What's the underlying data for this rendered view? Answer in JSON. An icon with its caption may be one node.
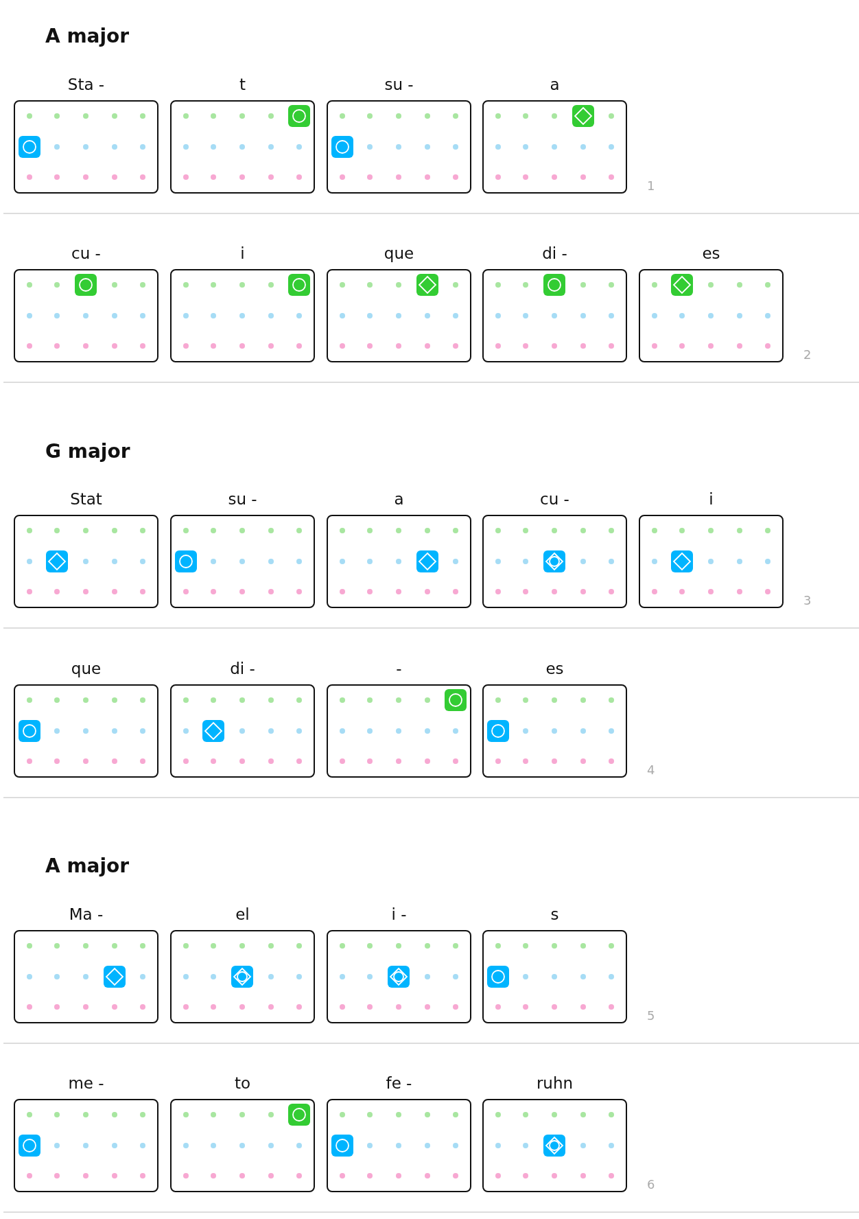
{
  "diagram": {
    "nodes": [
      {
        "text": [
          "Sta -"
        ]
      },
      {
        "text": [],
        "shape": "circle",
        "in": 0
      },
      {
        "text": [
          "t"
        ]
      },
      {
        "text": [],
        "shape": "circle",
        "in": 2
      },
      {
        "text": [
          "su -"
        ]
      },
      {
        "text": [],
        "shape": "circle",
        "in": 4
      },
      {
        "text": [
          "a"
        ]
      },
      {
        "text": [],
        "shape": "diamond",
        "in": 6
      },
      {
        "text": [
          "cu -"
        ]
      },
      {
        "text": [],
        "shape": "circle",
        "in": 8
      },
      {
        "text": [
          "i"
        ]
      },
      {
        "text": [],
        "shape": "circle",
        "in": 10
      },
      {
        "text": [
          "que"
        ]
      },
      {
        "text": [],
        "shape": "diamond",
        "in": 12
      },
      {
        "text": [
          "di -"
        ]
      },
      {
        "text": [],
        "shape": "circle",
        "in": 14
      },
      {
        "text": [
          "es"
        ]
      },
      {
        "text": [],
        "shape": "diamond",
        "in": 16
      },
      {
        "text": [
          "Stat"
        ]
      },
      {
        "text": [],
        "shape": "diamond",
        "in": 18
      },
      {
        "text": [
          "su -"
        ]
      },
      {
        "text": [],
        "shape": "circle",
        "in": 20
      },
      {
        "text": [
          "a"
        ]
      },
      {
        "text": [],
        "shape": "diamond",
        "in": 22
      },
      {
        "text": [
          "cu -"
        ]
      },
      {
        "text": [],
        "shape": "diamond",
        "in": 24
      },
      {
        "text": [
          "i"
        ]
      },
      {
        "text": [],
        "shape": "diamond",
        "in": 26
      },
      {
        "text": [
          "que"
        ]
      },
      {
        "text": [],
        "shape": "circle",
        "in": 28
      },
      {
        "text": [
          "di -"
        ]
      },
      {
        "text": [],
        "shape": "diamond",
        "in": 30
      },
      {
        "text": [
          "-"
        ]
      },
      {
        "text": [],
        "shape": "circle",
        "in": 32
      },
      {
        "text": [
          "es"
        ]
      },
      {
        "text": [],
        "shape": "circle",
        "in": 34
      },
      {
        "text": [
          "Ma -"
        ]
      },
      {
        "text": [],
        "shape": "diamond",
        "in": 36
      },
      {
        "text": [
          "el"
        ]
      },
      {
        "text": [],
        "shape": "diamond",
        "in": 38
      },
      {
        "text": [
          "i -"
        ]
      },
      {
        "text": [],
        "shape": "diamond",
        "in": 40
      },
      {
        "text": [
          "s"
        ]
      },
      {
        "text": [],
        "shape": "circle",
        "in": 42
      },
      {
        "text": [
          "me -"
        ]
      },
      {
        "text": [],
        "shape": "circle",
        "in": 44
      },
      {
        "text": [
          "to"
        ]
      },
      {
        "text": [],
        "shape": "circle",
        "in": 46
      },
      {
        "text": [
          "fe -"
        ]
      },
      {
        "text": [],
        "shape": "circle",
        "in": 48
      },
      {
        "text": [
          "ruhn"
        ]
      },
      {
        "text": [],
        "shape": "diamond",
        "in": 50
      }
    ],
    "labels": [
      "A major",
      "1",
      "2",
      "G major",
      "3",
      "4",
      "A major",
      "5",
      "6"
    ]
  }
}
